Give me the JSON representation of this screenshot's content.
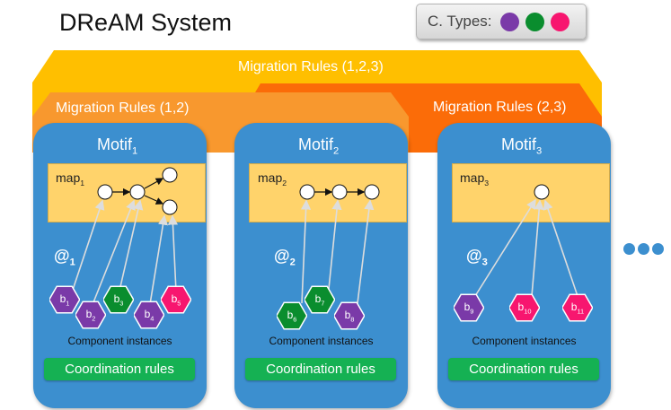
{
  "title": "DReAM System",
  "component_types": {
    "label": "C. Types:",
    "colors": [
      "#7a3aa8",
      "#0a8d2e",
      "#f7166f"
    ]
  },
  "migration_rules": {
    "all": "Migration Rules (1,2,3)",
    "one_two": "Migration Rules (1,2)",
    "two_three": "Migration Rules (2,3)"
  },
  "colors": {
    "band_all": "#ffbf00",
    "band_one_two": "#f8982e",
    "band_two_three": "#fb6c08",
    "motif": "#3c8fcf",
    "map": "#ffd36b",
    "coordination": "#15b153"
  },
  "motifs": [
    {
      "name": "Motif",
      "index": "1",
      "map_label": "map",
      "map_index": "1",
      "at": "@",
      "at_index": "1",
      "components": [
        {
          "letter": "b",
          "index": "1",
          "type": "purple"
        },
        {
          "letter": "b",
          "index": "2",
          "type": "purple"
        },
        {
          "letter": "b",
          "index": "3",
          "type": "green"
        },
        {
          "letter": "b",
          "index": "4",
          "type": "purple"
        },
        {
          "letter": "b",
          "index": "5",
          "type": "pink"
        }
      ],
      "instances_label": "Component instances",
      "coordination_label": "Coordination rules"
    },
    {
      "name": "Motif",
      "index": "2",
      "map_label": "map",
      "map_index": "2",
      "at": "@",
      "at_index": "2",
      "components": [
        {
          "letter": "b",
          "index": "6",
          "type": "green"
        },
        {
          "letter": "b",
          "index": "7",
          "type": "green"
        },
        {
          "letter": "b",
          "index": "8",
          "type": "purple"
        }
      ],
      "instances_label": "Component instances",
      "coordination_label": "Coordination rules"
    },
    {
      "name": "Motif",
      "index": "3",
      "map_label": "map",
      "map_index": "3",
      "at": "@",
      "at_index": "3",
      "components": [
        {
          "letter": "b",
          "index": "9",
          "type": "purple"
        },
        {
          "letter": "b",
          "index": "10",
          "type": "pink"
        },
        {
          "letter": "b",
          "index": "11",
          "type": "pink"
        }
      ],
      "instances_label": "Component instances",
      "coordination_label": "Coordination rules"
    }
  ]
}
